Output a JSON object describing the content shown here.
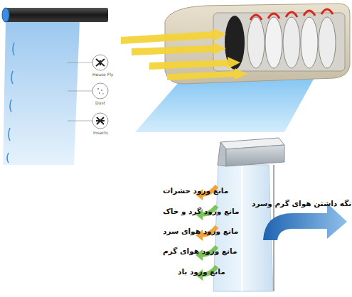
{
  "diagram": {
    "labels": [
      "House Fly",
      "Dust",
      "Insects",
      "مانع ورود حشرات",
      "مانع ورود گرد و خاک",
      "مانع ورود هوای سرد",
      "مانع ورود هوای گرم",
      "مانع ورود باد",
      "نگه داشتن هوای گرم وسرد"
    ]
  }
}
